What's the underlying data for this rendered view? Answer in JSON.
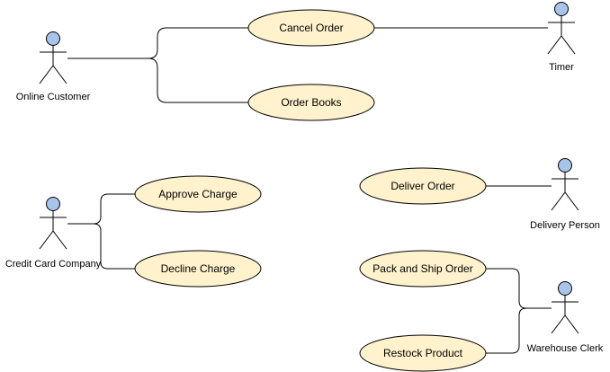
{
  "colors": {
    "usecase_fill": "#fff2cc",
    "actor_head_fill": "#a9c4eb",
    "line": "#000000"
  },
  "actors": {
    "online_customer": "Online Customer",
    "timer": "Timer",
    "credit_card_company": "Credit Card Company",
    "delivery_person": "Delivery Person",
    "warehouse_clerk": "Warehouse Clerk"
  },
  "usecases": {
    "cancel_order": "Cancel Order",
    "order_books": "Order Books",
    "approve_charge": "Approve Charge",
    "decline_charge": "Decline Charge",
    "deliver_order": "Deliver Order",
    "pack_and_ship_order": "Pack and Ship Order",
    "restock_product": "Restock Product"
  }
}
